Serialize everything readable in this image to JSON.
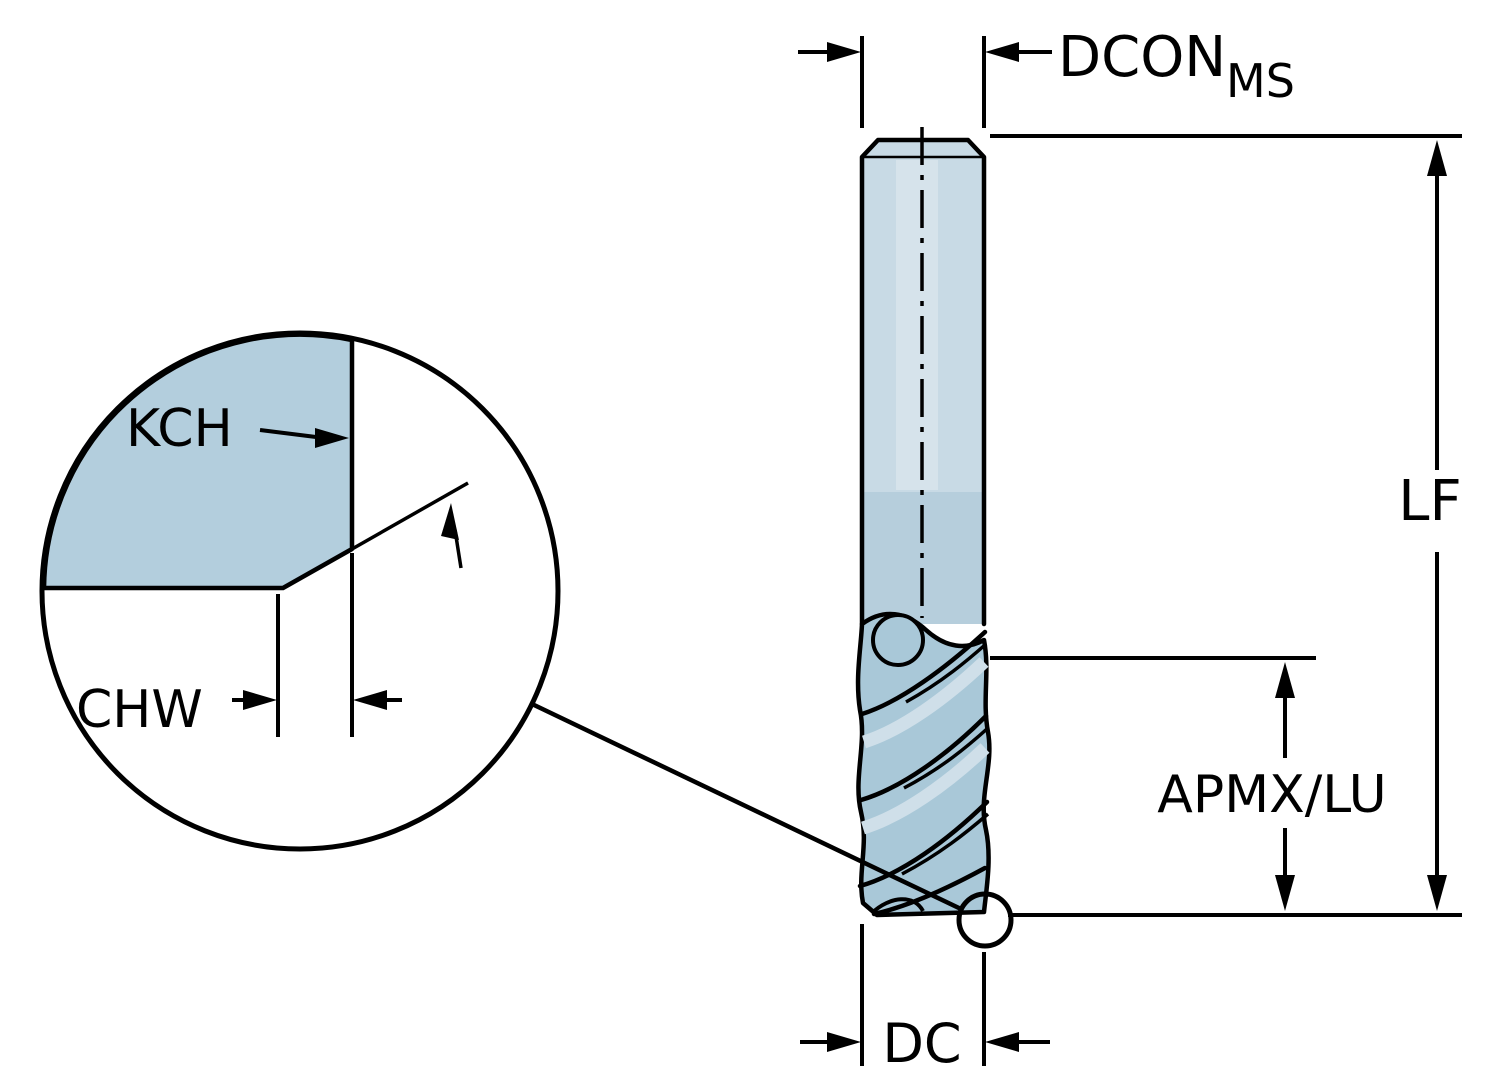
{
  "diagram": {
    "labels": {
      "dcon": "DCON",
      "dcon_sub": "MS",
      "lf": "LF",
      "apmx_lu": "APMX/LU",
      "dc": "DC",
      "kch": "KCH",
      "chw": "CHW"
    },
    "colors": {
      "shank_light": "#c8dae5",
      "shank_mid": "#b6cedc",
      "flute": "#a9c8d8",
      "detail_fill": "#b3cedd",
      "line": "#000000",
      "background": "#ffffff"
    }
  }
}
